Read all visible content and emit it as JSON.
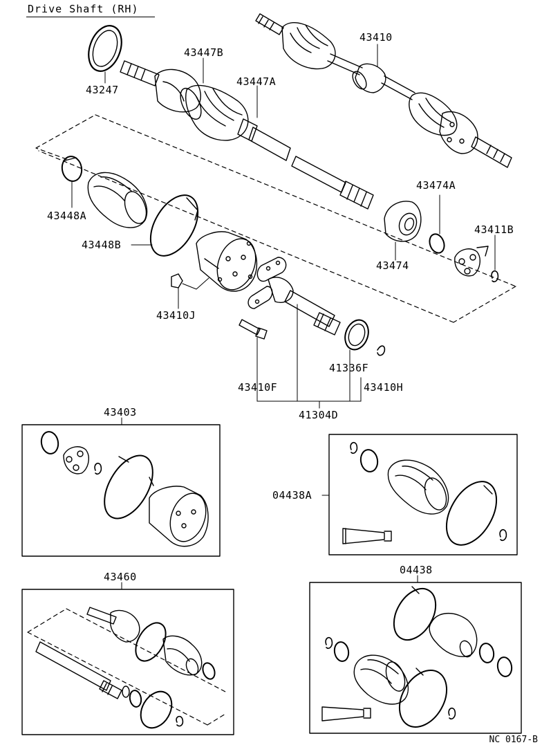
{
  "diagram": {
    "title": "Drive Shaft (RH)",
    "drawing_code": "NC 0167-B",
    "callouts": {
      "p43247": "43247",
      "p43447B": "43447B",
      "p43447A": "43447A",
      "p43410": "43410",
      "p43448A": "43448A",
      "p43448B": "43448B",
      "p43474A": "43474A",
      "p43411B": "43411B",
      "p43474": "43474",
      "p43410J": "43410J",
      "p43410F": "43410F",
      "p41336F": "41336F",
      "p43410H": "43410H",
      "p41304D": "41304D",
      "p43403": "43403",
      "p04438A": "04438A",
      "p43460": "43460",
      "p04438": "04438"
    }
  }
}
